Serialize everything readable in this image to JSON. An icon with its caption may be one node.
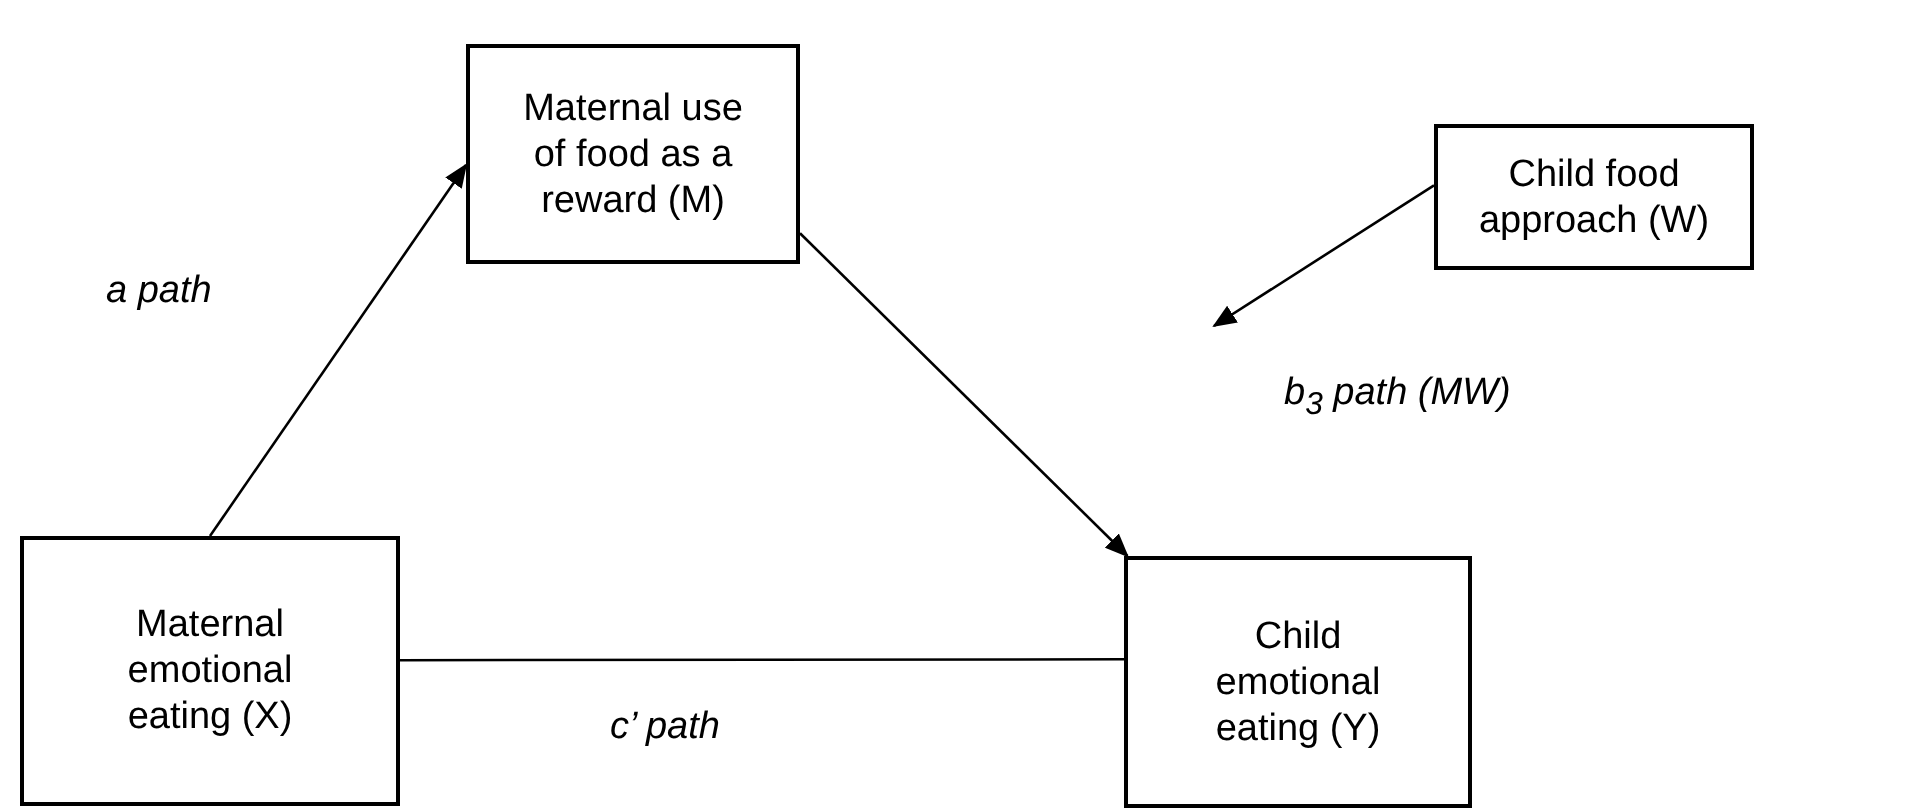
{
  "diagram": {
    "nodes": [
      {
        "text": [
          "Maternal use of food as a reward (M)"
        ]
      },
      {
        "text": [
          "Child food approach (W)"
        ]
      },
      {
        "text": [
          "Maternal emotional eating (X)"
        ]
      },
      {
        "text": [
          "Child emotional eating (Y)"
        ]
      }
    ],
    "edges": [
      {
        "from": 2,
        "to": 0,
        "arrow": "to",
        "label": "a path"
      },
      {
        "from": 0,
        "to": 3,
        "arrow": "to"
      },
      {
        "from": 1,
        "to": null,
        "arrow": "to",
        "label": "b$_{3}$ path (MW)"
      },
      {
        "from": 2,
        "to": 3,
        "arrow": "none",
        "label": "c’ path"
      }
    ]
  }
}
